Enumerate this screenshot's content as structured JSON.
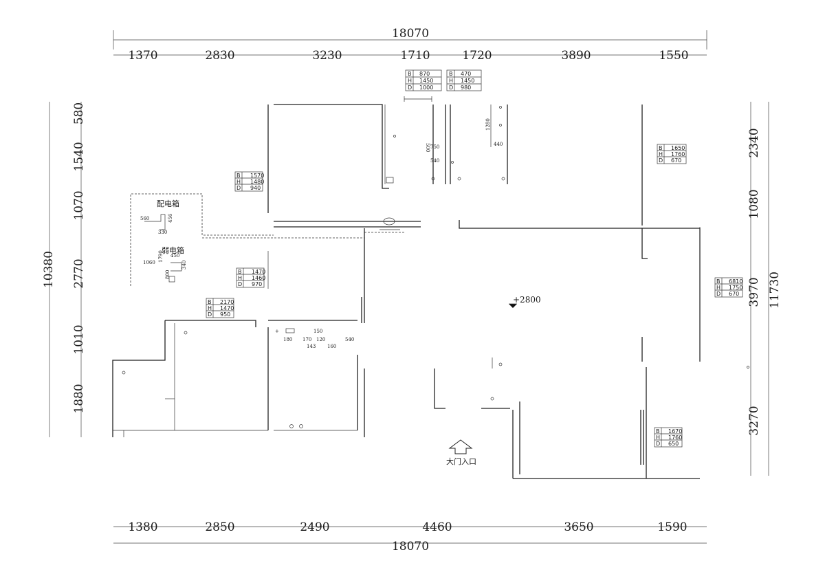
{
  "dimensions": {
    "top_total": "18070",
    "top_segments": [
      "1370",
      "2830",
      "3230",
      "1710",
      "1720",
      "3890",
      "1550"
    ],
    "bottom_total": "18070",
    "bottom_segments": [
      "1380",
      "2850",
      "2490",
      "4460",
      "3650",
      "1590"
    ],
    "left_total": "10380",
    "left_segments": [
      "580",
      "1540",
      "1070",
      "2770",
      "1010",
      "1880"
    ],
    "right_total": "11730",
    "right_segments": [
      "2340",
      "1080",
      "3970",
      "3270"
    ]
  },
  "cabinet_tags": [
    {
      "B": "870",
      "H": "1450",
      "D": "1000"
    },
    {
      "B": "470",
      "H": "1450",
      "D": "980"
    },
    {
      "B": "1650",
      "H": "1760",
      "D": "670"
    },
    {
      "B": "1570",
      "H": "1480",
      "D": "940"
    },
    {
      "B": "1470",
      "H": "1460",
      "D": "970"
    },
    {
      "B": "2170",
      "H": "1470",
      "D": "950"
    },
    {
      "B": "6810",
      "H": "1750",
      "D": "670"
    },
    {
      "B": "1670",
      "H": "1760",
      "D": "650"
    }
  ],
  "tag_letters": {
    "b": "B",
    "h": "H",
    "d": "D"
  },
  "labels": {
    "elevation": "+2800",
    "entrance": "大门入口",
    "panel_box_1": "配电箱",
    "panel_box_2": "弱电箱"
  },
  "small_dims": [
    "560",
    "330",
    "456",
    "1060",
    "1790",
    "450",
    "340",
    "800",
    "500",
    "750",
    "540",
    "1280",
    "440",
    "180",
    "170",
    "143",
    "120",
    "160",
    "150",
    "540"
  ]
}
